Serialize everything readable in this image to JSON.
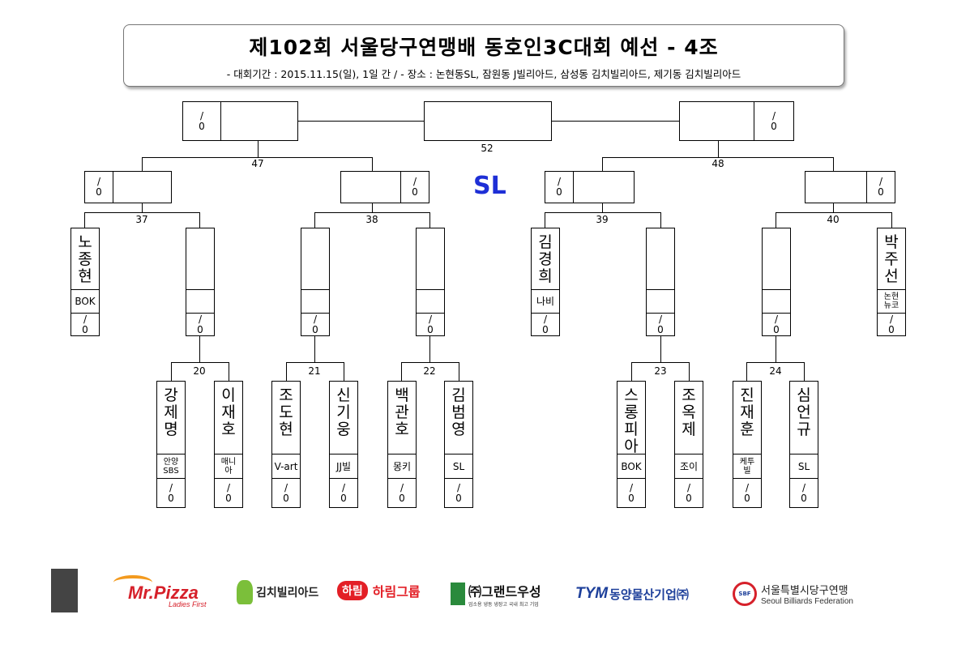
{
  "header": {
    "title": "제102회 서울당구연맹배 동호인3C대회 예선 - 4조",
    "subtitle": "- 대회기간 : 2015.11.15(일), 1일 간 / - 장소 : 논현동SL, 잠원동 J빌리아드, 삼성동 김치빌리아드, 제기동 김치빌리아드"
  },
  "venue_label": "SL",
  "score_blank": "/\n0",
  "match_numbers": {
    "m52": "52",
    "m47": "47",
    "m48": "48",
    "m37": "37",
    "m38": "38",
    "m39": "39",
    "m40": "40",
    "m20": "20",
    "m21": "21",
    "m22": "22",
    "m23": "23",
    "m24": "24"
  },
  "players": [
    {
      "name": "노종현",
      "club": "BOK"
    },
    {
      "name": "김경희",
      "club": "나비"
    },
    {
      "name": "박주선",
      "club": "논현\n뉴코"
    },
    {
      "name": "강제명",
      "club": "안양\nSBS"
    },
    {
      "name": "이재호",
      "club": "매니\n아"
    },
    {
      "name": "조도현",
      "club": "V-art"
    },
    {
      "name": "신기웅",
      "club": "JJ빌"
    },
    {
      "name": "백관호",
      "club": "몽키"
    },
    {
      "name": "김범영",
      "club": "SL"
    },
    {
      "name": "스롱피아비",
      "club": "BOK"
    },
    {
      "name": "조옥제",
      "club": "조이"
    },
    {
      "name": "진재훈",
      "club": "케투\n빌"
    },
    {
      "name": "심언규",
      "club": "SL"
    }
  ],
  "sponsors": {
    "mrpizza": "Mr.Pizza",
    "mrpizza_sub": "Ladies First",
    "kimchi": "김치빌리아드",
    "harim_logo": "하림",
    "harim": "하림그룹",
    "grand": "㈜그랜드우성",
    "grand_sub": "업소용 냉동 냉장고 국내 최고 기업",
    "tym_logo": "TYM",
    "tym": "동양물산기업㈜",
    "sbf_logo": "SBF",
    "sbf": "서울특별시당구연맹",
    "sbf_sub": "Seoul Billiards Federation"
  },
  "colors": {
    "venue": "#1e2fd6",
    "mrpizza_red": "#d6202a",
    "mrpizza_orange": "#f39a1e",
    "harim_red": "#e31f26",
    "grand_green": "#2a8a3c",
    "tym_blue": "#1d3f9a"
  }
}
